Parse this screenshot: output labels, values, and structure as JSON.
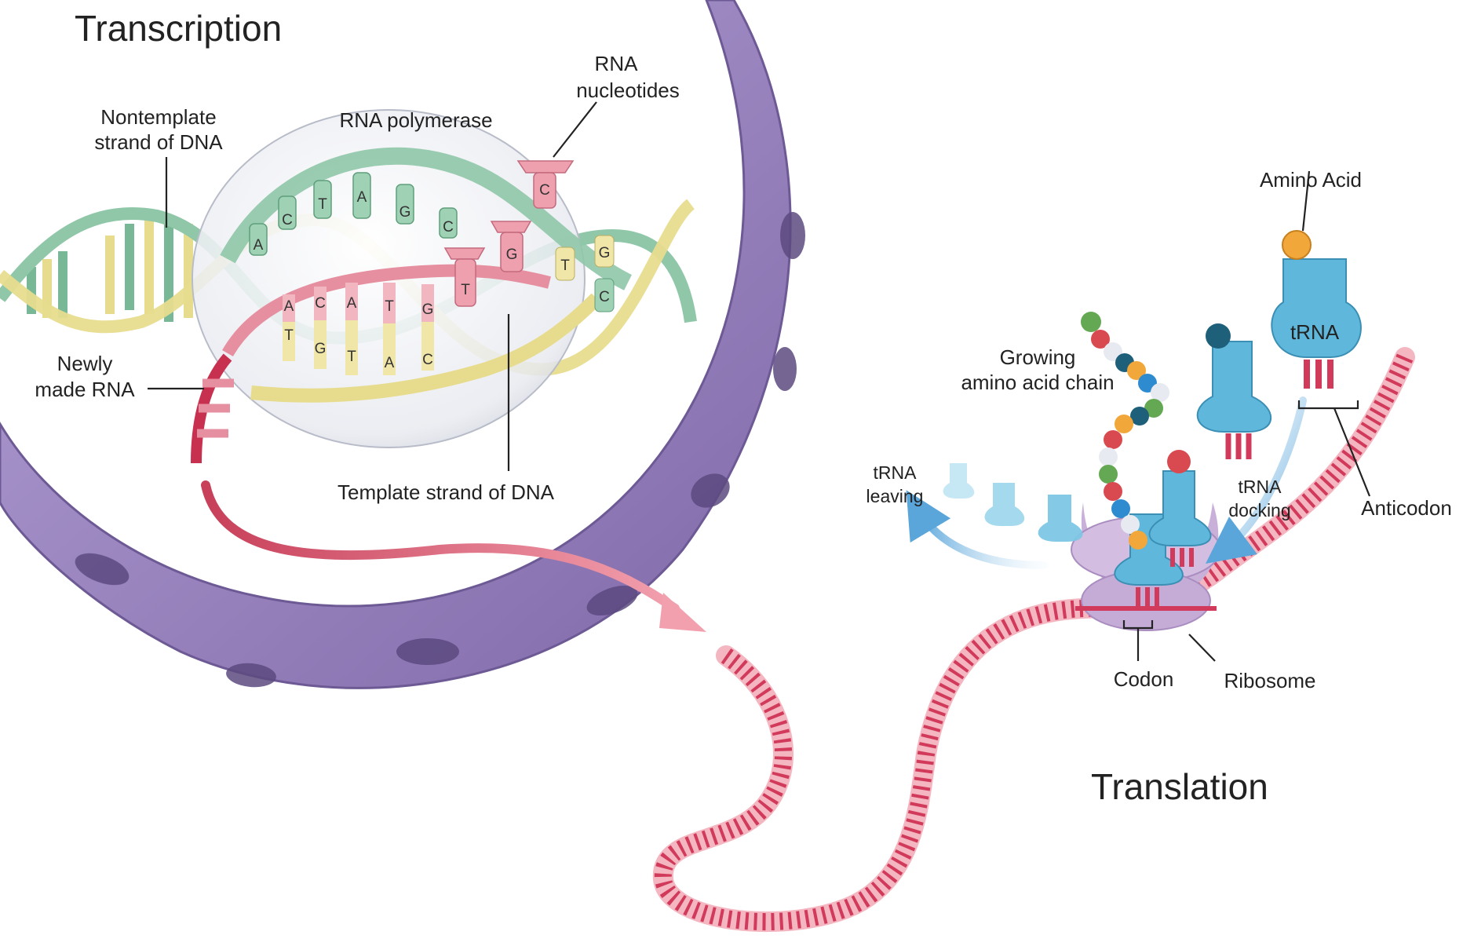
{
  "titles": {
    "transcription": "Transcription",
    "translation": "Translation"
  },
  "labels": {
    "nontemplate_line1": "Nontemplate",
    "nontemplate_line2": "strand of DNA",
    "rna_polymerase": "RNA polymerase",
    "rna_nucleotides_line1": "RNA",
    "rna_nucleotides_line2": "nucleotides",
    "newly_made_rna_line1": "Newly",
    "newly_made_rna_line2": "made RNA",
    "template_strand": "Template strand of DNA",
    "amino_acid": "Amino Acid",
    "trna": "tRNA",
    "growing_chain_line1": "Growing",
    "growing_chain_line2": "amino acid chain",
    "trna_leaving_line1": "tRNA",
    "trna_leaving_line2": "leaving",
    "trna_docking_line1": "tRNA",
    "trna_docking_line2": "docking",
    "anticodon": "Anticodon",
    "codon": "Codon",
    "ribosome": "Ribosome"
  },
  "bases": {
    "upper_strand": [
      "A",
      "C",
      "T",
      "A",
      "G",
      "C"
    ],
    "template_top_row": [
      "A",
      "C",
      "A",
      "T",
      "G"
    ],
    "template_bottom_row": [
      "T",
      "G",
      "T",
      "A",
      "C"
    ],
    "free_nucleotides": [
      "C",
      "G",
      "T"
    ],
    "right_pairs": [
      "T",
      "G",
      "C"
    ]
  },
  "colors": {
    "nucleus": "#9b86bf",
    "dna_green": "#8fc7a8",
    "dna_yellow": "#e7dc8e",
    "rna_pink": "#e68fa0",
    "mrna_red": "#d13a5a",
    "trna_blue": "#5fb8dc",
    "ribosome": "#c9b0d8"
  }
}
